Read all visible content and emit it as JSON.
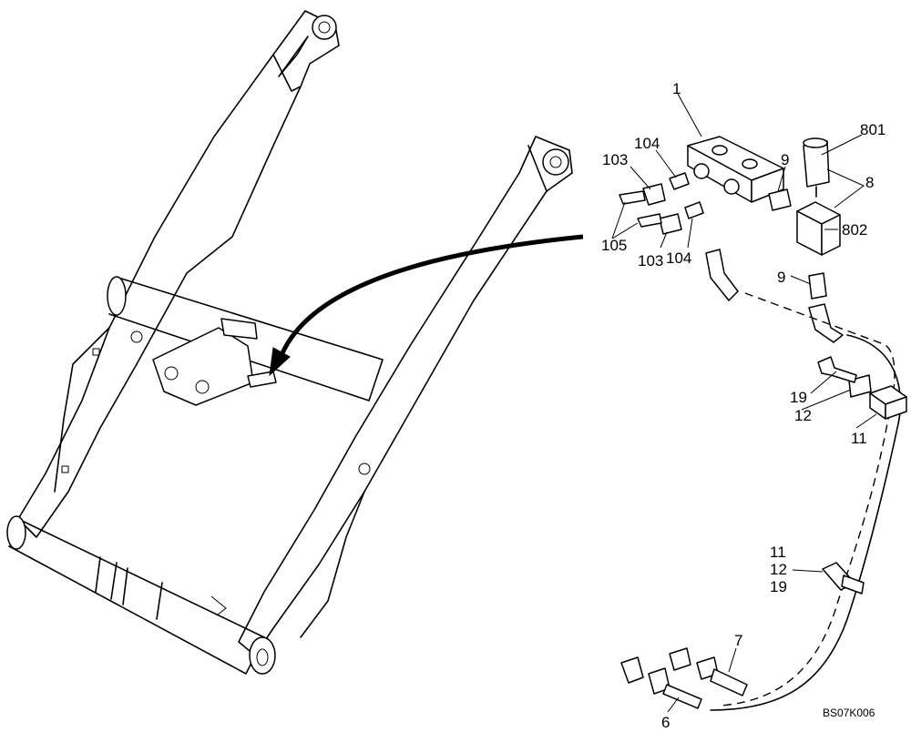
{
  "callouts": {
    "c1": "1",
    "c104_top": "104",
    "c103_top": "103",
    "c105": "105",
    "c103_bottom": "103",
    "c104_bottom": "104",
    "c9_top": "9",
    "c801": "801",
    "c8": "8",
    "c802": "802",
    "c9_bottom": "9",
    "c19": "19",
    "c12": "12",
    "c11": "11",
    "c11_lower": "11",
    "c12_lower": "12",
    "c19_lower": "19",
    "c7": "7",
    "c6": "6"
  },
  "drawing_code": "BS07K006"
}
